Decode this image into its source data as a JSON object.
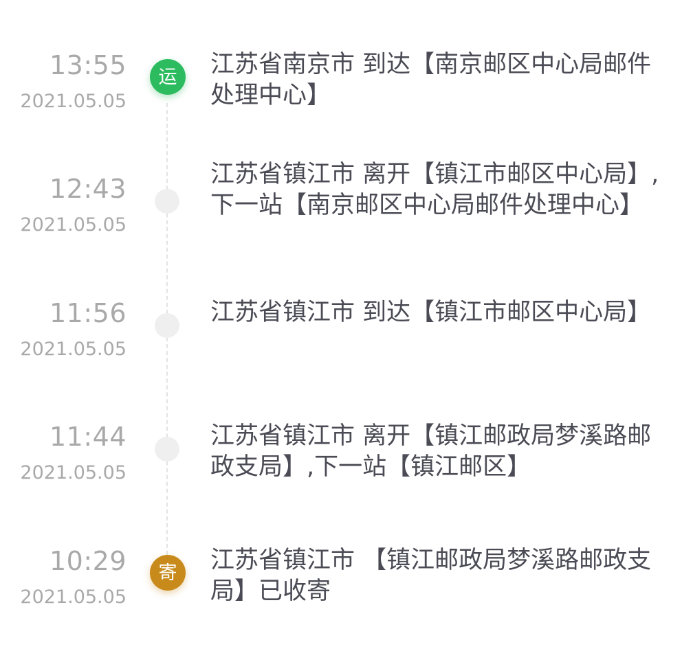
{
  "colors": {
    "transit_badge": "#2dbb5f",
    "sent_badge": "#c88a1a",
    "dot": "#efefef",
    "time_text": "#a9a9a9",
    "desc_text": "#4b4b55"
  },
  "entries": [
    {
      "time": "13:55",
      "date": "2021.05.05",
      "badge": "运",
      "description": "江苏省南京市 到达【南京邮区中心局邮件处理中心】"
    },
    {
      "time": "12:43",
      "date": "2021.05.05",
      "badge": "",
      "description": "江苏省镇江市 离开【镇江市邮区中心局】,下一站【南京邮区中心局邮件处理中心】"
    },
    {
      "time": "11:56",
      "date": "2021.05.05",
      "badge": "",
      "description": "江苏省镇江市 到达【镇江市邮区中心局】"
    },
    {
      "time": "11:44",
      "date": "2021.05.05",
      "badge": "",
      "description": "江苏省镇江市 离开【镇江邮政局梦溪路邮政支局】,下一站【镇江邮区】"
    },
    {
      "time": "10:29",
      "date": "2021.05.05",
      "badge": "寄",
      "description": "江苏省镇江市 【镇江邮政局梦溪路邮政支局】已收寄"
    }
  ]
}
